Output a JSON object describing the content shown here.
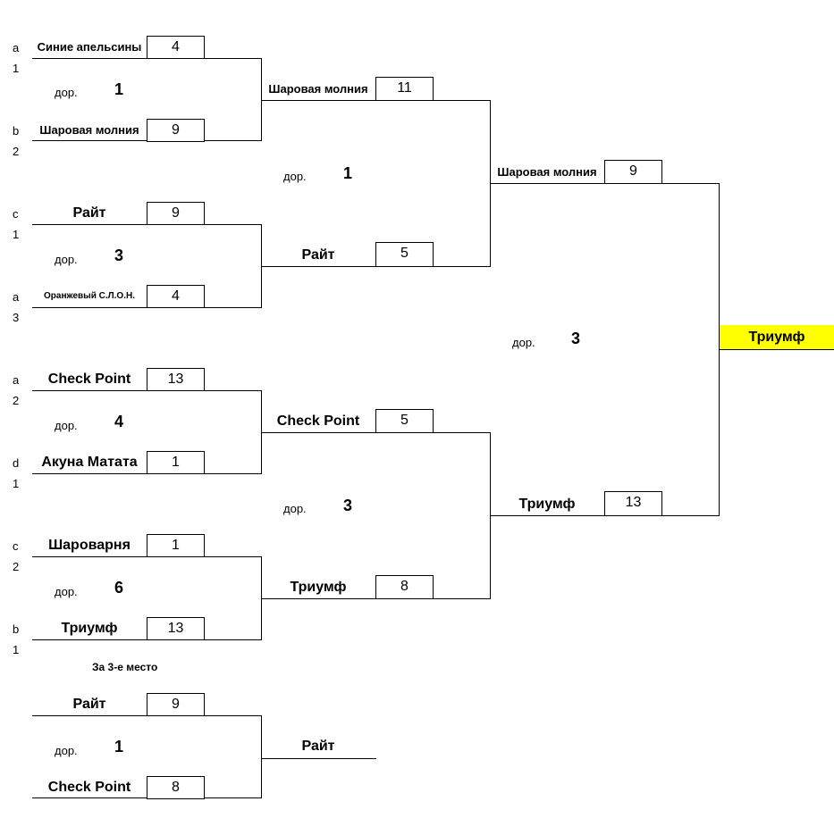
{
  "bracket": {
    "seeds": {
      "m1": {
        "top": [
          "a",
          "1"
        ],
        "bot": [
          "b",
          "2"
        ]
      },
      "m2": {
        "top": [
          "c",
          "1"
        ],
        "bot": [
          "a",
          "3"
        ]
      },
      "m3": {
        "top": [
          "a",
          "2"
        ],
        "bot": [
          "d",
          "1"
        ]
      },
      "m4": {
        "top": [
          "c",
          "2"
        ],
        "bot": [
          "b",
          "1"
        ]
      }
    },
    "round1": [
      {
        "top": {
          "team": "Синие апельсины",
          "score": "4"
        },
        "bottom": {
          "team": "Шаровая молния",
          "score": "9"
        },
        "ot_label": "дор.",
        "match_no": "1"
      },
      {
        "top": {
          "team": "Райт",
          "score": "9"
        },
        "bottom": {
          "team": "Оранжевый С.Л.О.Н.",
          "score": "4"
        },
        "ot_label": "дор.",
        "match_no": "3"
      },
      {
        "top": {
          "team": "Check Point",
          "score": "13"
        },
        "bottom": {
          "team": "Акуна Матата",
          "score": "1"
        },
        "ot_label": "дор.",
        "match_no": "4"
      },
      {
        "top": {
          "team": "Шароварня",
          "score": "1"
        },
        "bottom": {
          "team": "Триумф",
          "score": "13"
        },
        "ot_label": "дор.",
        "match_no": "6"
      }
    ],
    "semis": [
      {
        "top": {
          "team": "Шаровая молния",
          "score": "11"
        },
        "bottom": {
          "team": "Райт",
          "score": "5"
        },
        "ot_label": "дор.",
        "match_no": "1"
      },
      {
        "top": {
          "team": "Check Point",
          "score": "5"
        },
        "bottom": {
          "team": "Триумф",
          "score": "8"
        },
        "ot_label": "дор.",
        "match_no": "3"
      }
    ],
    "final": {
      "top": {
        "team": "Шаровая молния",
        "score": "9"
      },
      "bottom": {
        "team": "Триумф",
        "score": "13"
      },
      "ot_label": "дор.",
      "match_no": "3"
    },
    "champion": "Триумф",
    "highlight_color": "#ffff00"
  },
  "third_place": {
    "title": "За 3-е место",
    "top": {
      "team": "Райт",
      "score": "9"
    },
    "bottom": {
      "team": "Check Point",
      "score": "8"
    },
    "ot_label": "дор.",
    "match_no": "1",
    "winner": "Райт"
  }
}
